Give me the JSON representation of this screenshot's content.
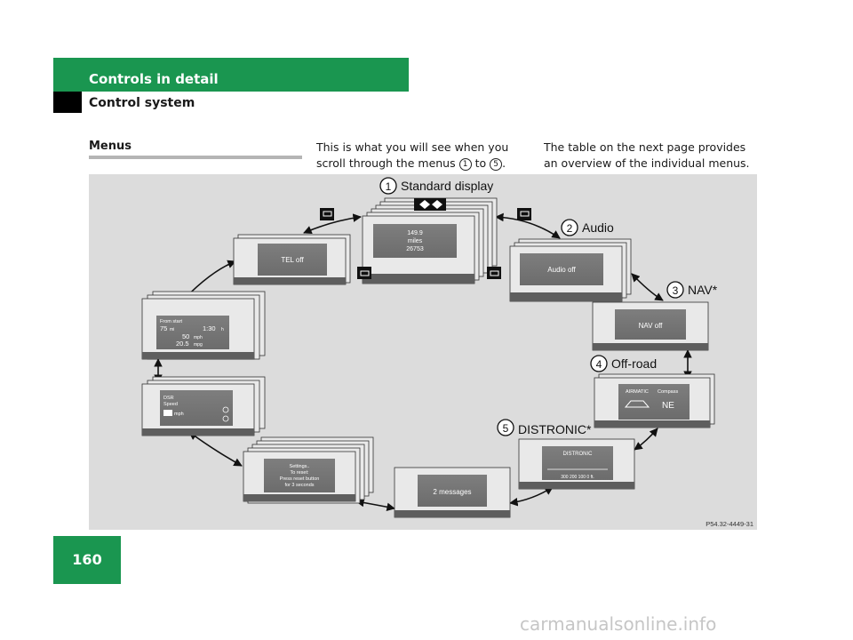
{
  "header": {
    "section": "Controls in detail",
    "subsection": "Control system"
  },
  "intro": {
    "heading": "Menus",
    "text_before": "This is what you will see when you scroll through the menus ",
    "text_to": " to ",
    "text_after": ".",
    "circle_start": "1",
    "circle_end": "5",
    "right_text": "The table on the next page provides an overview of the individual menus."
  },
  "diagram": {
    "reference": "P54.32-4449-31",
    "menus": [
      {
        "num": "1",
        "label": "Standard display"
      },
      {
        "num": "2",
        "label": "Audio"
      },
      {
        "num": "3",
        "label": "NAV*"
      },
      {
        "num": "4",
        "label": "Off-road"
      },
      {
        "num": "5",
        "label": "DISTRONIC*"
      }
    ],
    "screens": {
      "standard": [
        "149.9",
        "miles",
        "26753"
      ],
      "audio": "Audio off",
      "nav": "NAV off",
      "offroad": {
        "left": "AIRMATIC",
        "right": "Compass",
        "value": "NE"
      },
      "distronic": {
        "title": "DISTRONIC",
        "scale": "300   200   100      0 ft."
      },
      "messages": "2 messages",
      "settings": [
        "Settings..",
        "To reset:",
        "Press reset button",
        "for 3 seconds"
      ],
      "dsr": {
        "line1": "DSR",
        "line2": "Speed",
        "unit": "mph"
      },
      "trip": {
        "label": "From start",
        "dist": "75",
        "dist_unit": "mi",
        "time": "1:30",
        "time_unit": "h",
        "speed": "50",
        "speed_unit": "mph",
        "cons": "20.5",
        "cons_unit": "mpg"
      },
      "tel": "TEL off"
    }
  },
  "page": {
    "number": "160"
  },
  "watermark": "carmanualsonline.info"
}
